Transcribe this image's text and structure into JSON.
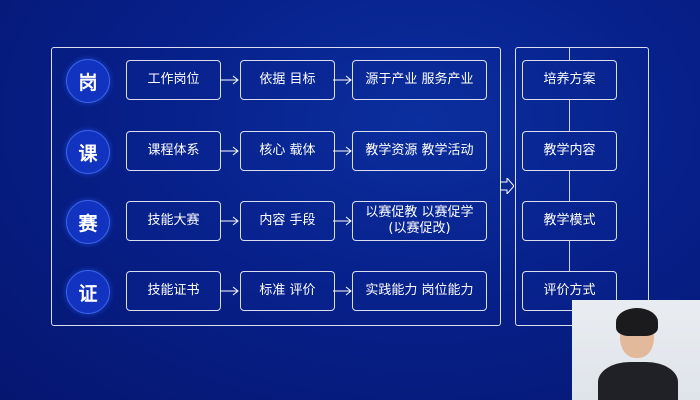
{
  "rows": [
    {
      "tag": "岗",
      "col1": "工作岗位",
      "col2": "依据 目标",
      "col3": "源于产业 服务产业",
      "col3b": ""
    },
    {
      "tag": "课",
      "col1": "课程体系",
      "col2": "核心 载体",
      "col3": "教学资源 教学活动",
      "col3b": ""
    },
    {
      "tag": "赛",
      "col1": "技能大赛",
      "col2": "内容 手段",
      "col3": "以赛促教 以赛促学",
      "col3b": "(以赛促改)"
    },
    {
      "tag": "证",
      "col1": "技能证书",
      "col2": "标准 评价",
      "col3": "实践能力 岗位能力",
      "col3b": ""
    }
  ],
  "right": [
    "培养方案",
    "教学内容",
    "教学模式",
    "评价方式"
  ],
  "colors": {
    "accent": "#1233c0",
    "background": "#07208a"
  }
}
